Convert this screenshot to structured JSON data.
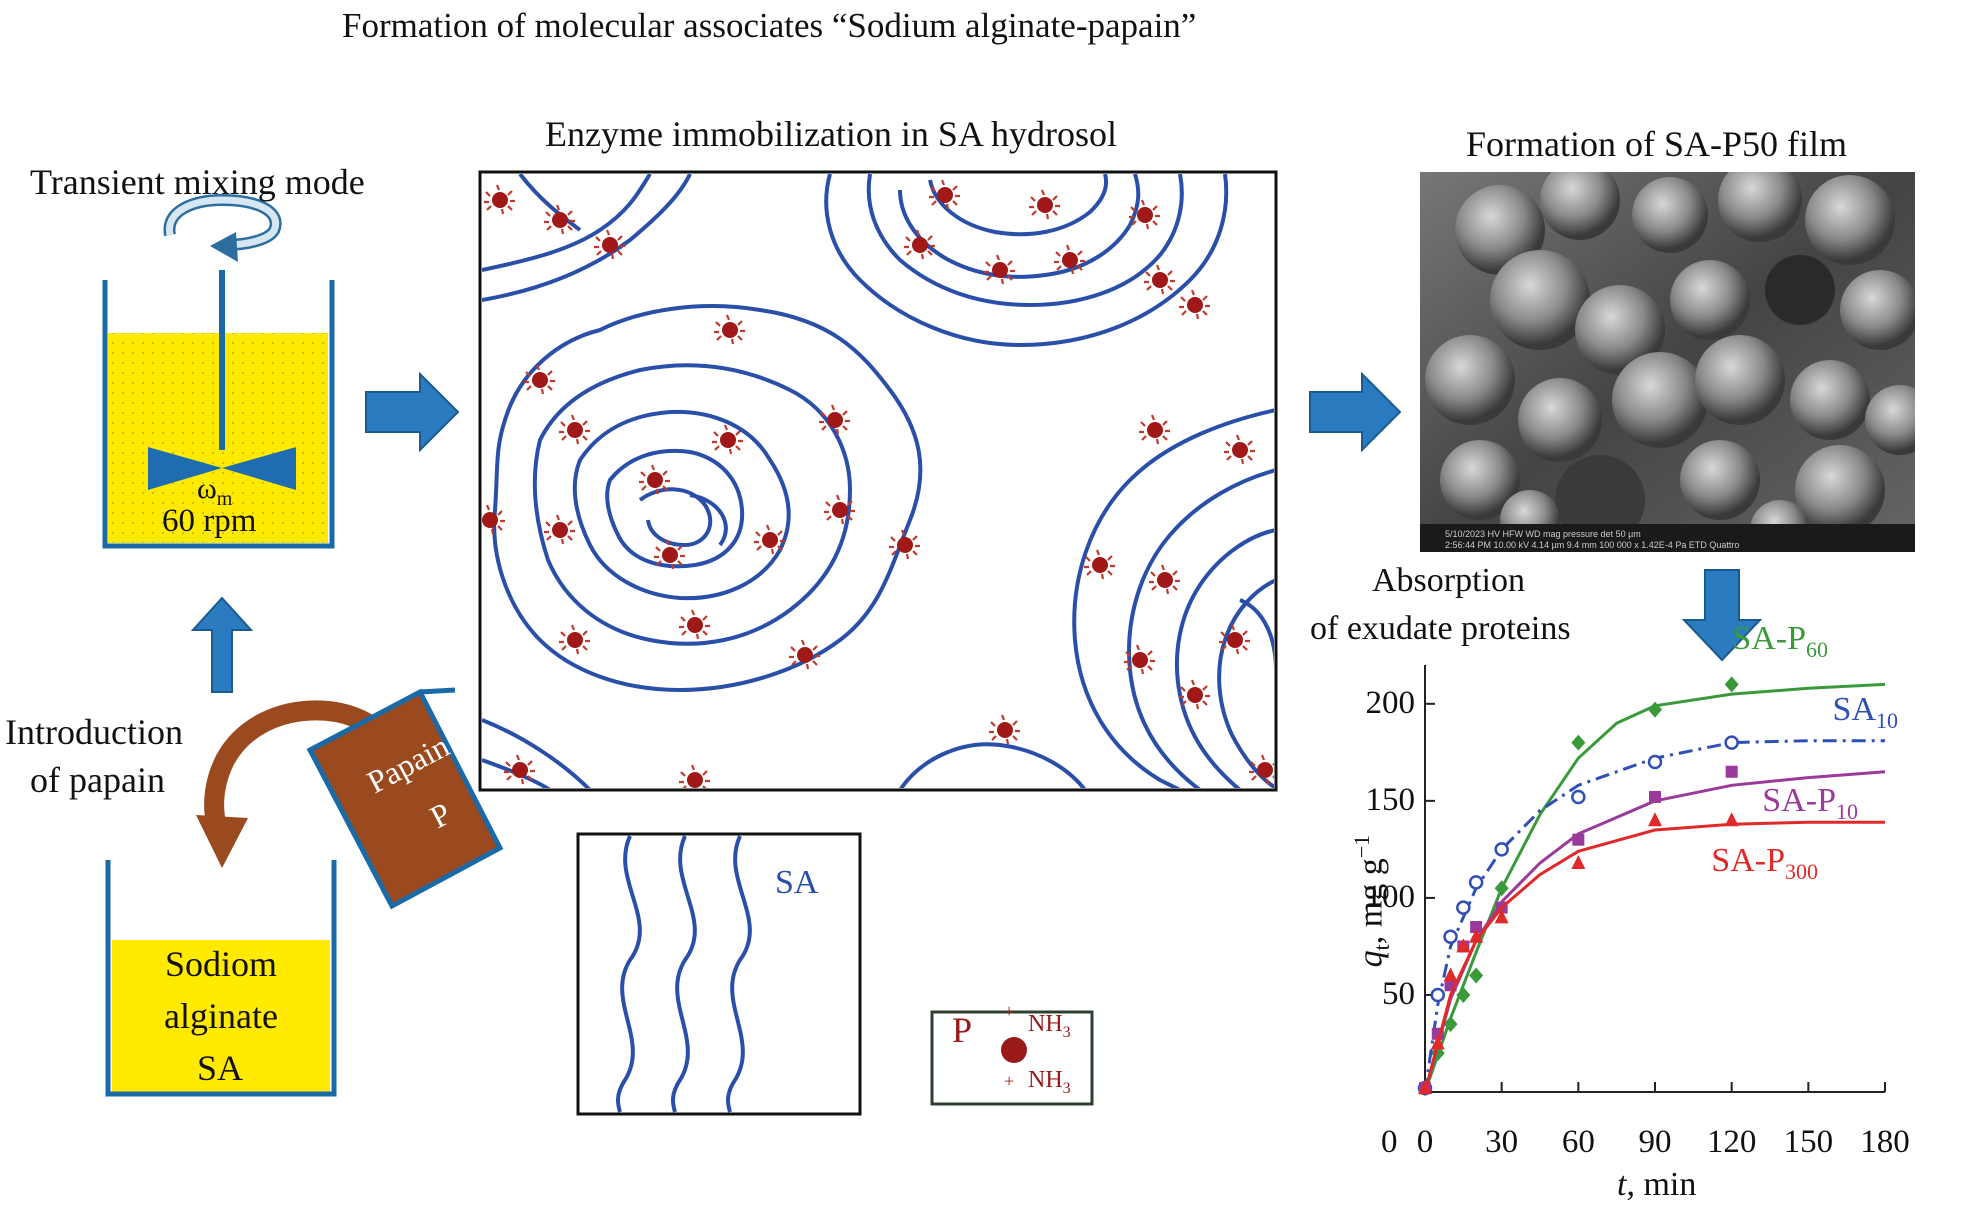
{
  "header": {
    "title": "Formation of molecular associates “Sodium alginate-papain”"
  },
  "reactor": {
    "label": "Transient mixing mode",
    "omega": "ω",
    "omega_sub": "m",
    "speed": "60 rpm"
  },
  "papain_step": {
    "label_line1": "Introduction",
    "label_line2": "of papain",
    "bag_line1": "Papain",
    "bag_line2": "P"
  },
  "alginate_beaker": {
    "line1": "Sodiom",
    "line2": "alginate",
    "line3": "SA"
  },
  "hydrosol": {
    "title": "Enzyme immobilization in SA hydrosol"
  },
  "legend_sa": {
    "label": "SA"
  },
  "legend_p": {
    "label": "P",
    "plus": "+",
    "group": "NH",
    "group_sub": "3"
  },
  "film": {
    "title": "Formation of SA-P50 film",
    "sem_meta": "5/10/2023  HV  HFW  WD  mag  pressure  det          50 µm",
    "sem_meta2": "2:56:44 PM  10.00 kV  4.14 µm  9.4 mm  100 000 x  1.42E-4 Pa  ETD        Quattro"
  },
  "absorption": {
    "line1": "Absorption",
    "line2": "of exudate proteins"
  },
  "colors": {
    "blue_arrow": "#2b7bc0",
    "chain_blue": "#2a4fa8",
    "enzyme_red": "#9a1a1a",
    "yellow": "#ffea00",
    "brown": "#9a4a1e"
  },
  "chart_data": {
    "type": "line",
    "xlabel": "t, min",
    "ylabel": "q",
    "ylabel_sub": "t",
    "ylabel_unit": ", mg g",
    "ylabel_sup": "−1",
    "xlim": [
      0,
      180
    ],
    "ylim": [
      0,
      220
    ],
    "xticks": [
      0,
      30,
      60,
      90,
      120,
      150,
      180
    ],
    "yticks": [
      50,
      100,
      150,
      200
    ],
    "series": [
      {
        "name": "SA-P",
        "name_sub": "60",
        "color": "#3a9a3a",
        "marker": "diamond",
        "points": [
          [
            0,
            2
          ],
          [
            5,
            20
          ],
          [
            10,
            35
          ],
          [
            15,
            50
          ],
          [
            20,
            60
          ],
          [
            30,
            105
          ],
          [
            60,
            180
          ],
          [
            90,
            197
          ],
          [
            120,
            210
          ]
        ],
        "curve": [
          [
            0,
            0
          ],
          [
            10,
            38
          ],
          [
            20,
            72
          ],
          [
            30,
            105
          ],
          [
            45,
            143
          ],
          [
            60,
            172
          ],
          [
            75,
            190
          ],
          [
            90,
            199
          ],
          [
            120,
            205
          ],
          [
            150,
            208
          ],
          [
            180,
            210
          ]
        ]
      },
      {
        "name": "SA",
        "name_sub": "10",
        "color": "#2f4fb5",
        "marker": "circle",
        "points": [
          [
            0,
            2
          ],
          [
            5,
            50
          ],
          [
            10,
            80
          ],
          [
            15,
            95
          ],
          [
            20,
            108
          ],
          [
            30,
            125
          ],
          [
            60,
            152
          ],
          [
            90,
            170
          ],
          [
            120,
            180
          ]
        ],
        "curve": [
          [
            0,
            0
          ],
          [
            5,
            45
          ],
          [
            10,
            75
          ],
          [
            20,
            105
          ],
          [
            30,
            125
          ],
          [
            45,
            145
          ],
          [
            60,
            158
          ],
          [
            90,
            172
          ],
          [
            120,
            180
          ],
          [
            150,
            181
          ],
          [
            180,
            181
          ]
        ]
      },
      {
        "name": "SA-P",
        "name_sub": "10",
        "color": "#9a3a9a",
        "marker": "square",
        "points": [
          [
            0,
            2
          ],
          [
            5,
            30
          ],
          [
            10,
            55
          ],
          [
            15,
            75
          ],
          [
            20,
            85
          ],
          [
            30,
            95
          ],
          [
            60,
            130
          ],
          [
            90,
            152
          ],
          [
            120,
            165
          ]
        ],
        "curve": [
          [
            0,
            0
          ],
          [
            10,
            48
          ],
          [
            20,
            78
          ],
          [
            30,
            98
          ],
          [
            45,
            118
          ],
          [
            60,
            133
          ],
          [
            90,
            150
          ],
          [
            120,
            158
          ],
          [
            150,
            162
          ],
          [
            180,
            165
          ]
        ]
      },
      {
        "name": "SA-P",
        "name_sub": "300",
        "color": "#e02a2a",
        "marker": "triangle",
        "points": [
          [
            0,
            2
          ],
          [
            5,
            25
          ],
          [
            10,
            60
          ],
          [
            15,
            75
          ],
          [
            20,
            80
          ],
          [
            30,
            90
          ],
          [
            60,
            118
          ],
          [
            90,
            140
          ],
          [
            120,
            140
          ]
        ],
        "curve": [
          [
            0,
            0
          ],
          [
            10,
            50
          ],
          [
            20,
            78
          ],
          [
            30,
            95
          ],
          [
            45,
            112
          ],
          [
            60,
            124
          ],
          [
            90,
            135
          ],
          [
            120,
            138
          ],
          [
            150,
            139
          ],
          [
            180,
            139
          ]
        ]
      }
    ]
  }
}
